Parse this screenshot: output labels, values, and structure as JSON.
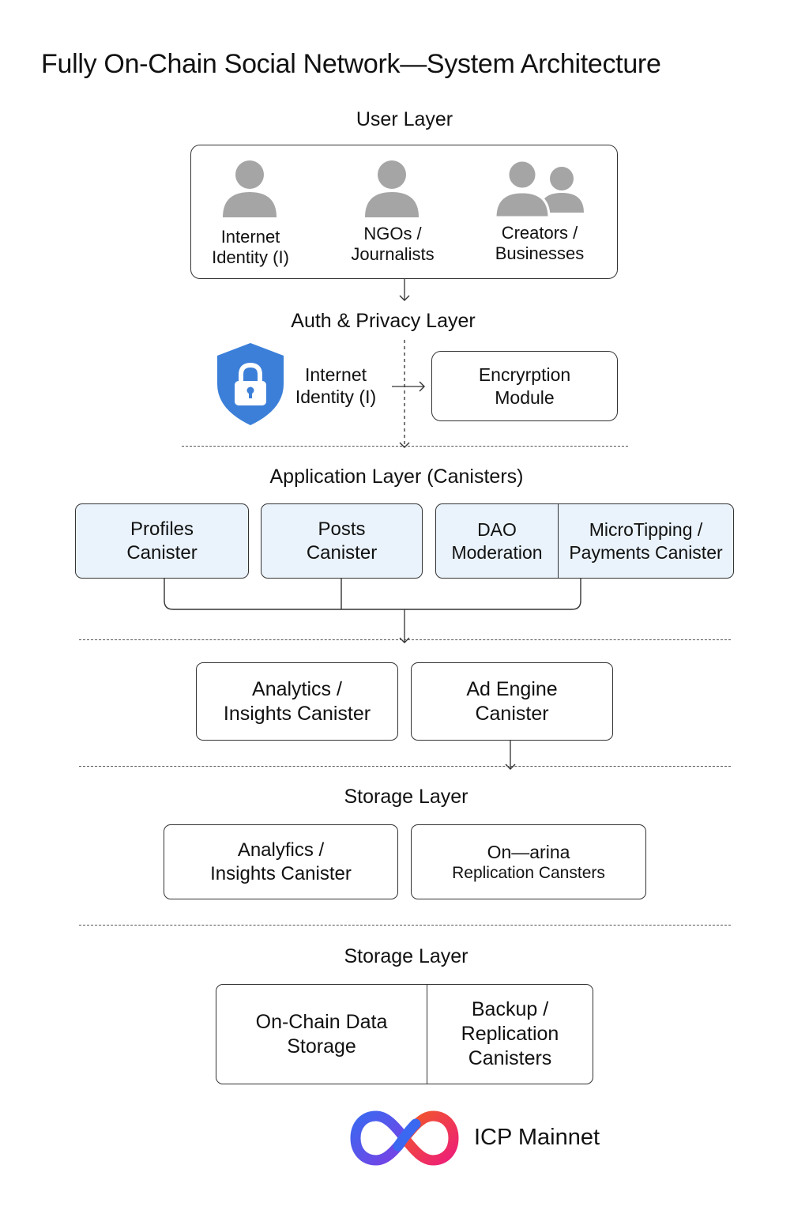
{
  "title": "Fully On-Chain Social Network—System Architecture",
  "user_layer": {
    "label": "User Layer",
    "users": [
      {
        "line1": "Internet",
        "line2": "Identity (I)",
        "icon": "person-icon"
      },
      {
        "line1": "NGOs /",
        "line2": "Journalists",
        "icon": "person-icon"
      },
      {
        "line1": "Creators /",
        "line2": "Businesses",
        "icon": "group-icon"
      }
    ]
  },
  "auth_layer": {
    "label": "Auth & Privacy Layer",
    "identity_line1": "Internet",
    "identity_line2": "Identity (I)",
    "shield_icon": "shield-lock-icon",
    "encryption_line1": "Encryrption",
    "encryption_line2": "Module"
  },
  "application_layer": {
    "label": "Application Layer (Canisters)",
    "profiles_line1": "Profiles",
    "profiles_line2": "Canister",
    "posts_line1": "Posts",
    "posts_line2": "Canister",
    "dao_line1": "DAO",
    "dao_line2": "Moderation",
    "tipping_line1": "MicroTipping /",
    "tipping_line2": "Payments Canister"
  },
  "services": {
    "analytics_line1": "Analytics /",
    "analytics_line2": "Insights Canister",
    "ad_line1": "Ad Engine",
    "ad_line2": "Canister"
  },
  "storage_layer_1": {
    "label": "Storage Layer",
    "left_line1": "Analyfics /",
    "left_line2": "Insights Canister",
    "right_line1": "On—arina",
    "right_line2": "Replication Cansters"
  },
  "storage_layer_2": {
    "label": "Storage Layer",
    "left_line1": "On-Chain Data",
    "left_line2": "Storage",
    "right_line1": "Backup /",
    "right_line2": "Replication",
    "right_line3": "Canisters"
  },
  "footer": {
    "logo_icon": "icp-infinity-logo-icon",
    "text": "ICP Mainnet"
  },
  "colors": {
    "shield": "#3b7fd9",
    "canister_fill": "#eaf3fb",
    "icon_gray": "#a5a5a5",
    "logo_purple": "#7b3fe4",
    "logo_blue": "#3b68f0",
    "logo_orange": "#f15a24",
    "logo_red": "#ed1e79"
  }
}
